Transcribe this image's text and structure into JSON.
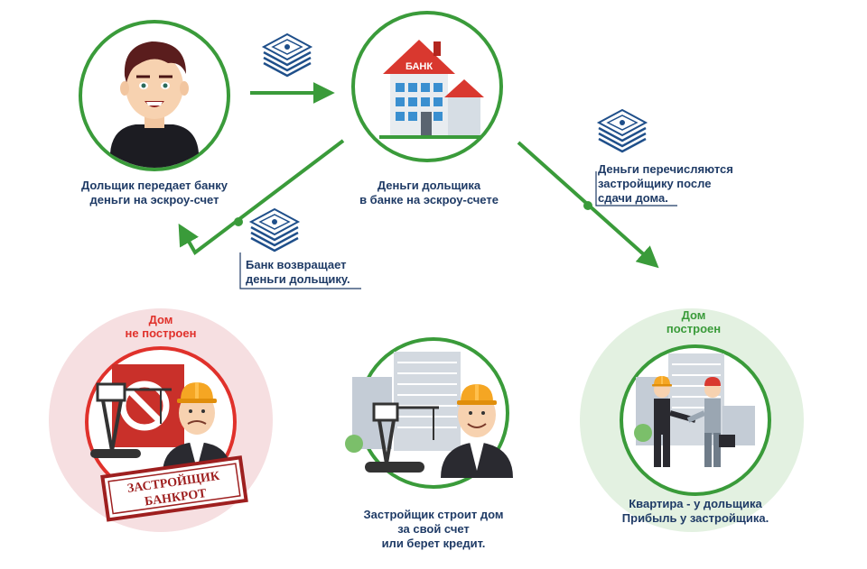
{
  "bank_sign": "БАНК",
  "captions": {
    "depositor": [
      "Дольщик передает банку",
      "деньги на эскроу-счет"
    ],
    "bank": [
      "Деньги дольщика",
      "в банке на эскроу-счете"
    ],
    "transfer": [
      "Деньги перечисляются",
      "застройщику после",
      "сдачи дома."
    ],
    "refund": [
      "Банк возвращает",
      "деньги дольщику."
    ],
    "builder": [
      "Застройщик строит дом",
      "за свой счет",
      "или берет кредит."
    ],
    "success": [
      "Квартира - у дольщика",
      "Прибыль у застройщика."
    ]
  },
  "status": {
    "not_built": [
      "Дом",
      "не построен"
    ],
    "built": [
      "Дом",
      "построен"
    ]
  },
  "stamp": [
    "ЗАСТРОЙЩИК",
    "БАНКРОТ"
  ],
  "colors": {
    "green": "#3a9b3a",
    "navy": "#1f3b66",
    "red": "#e0312b",
    "pink_bg": "#f6dfe1",
    "mint_bg": "#e3f1e1"
  }
}
